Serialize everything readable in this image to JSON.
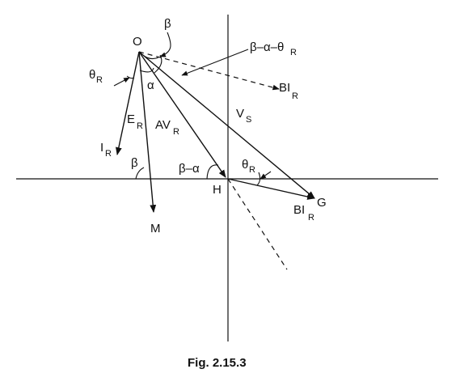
{
  "points": {
    "origin": "O",
    "m": "M",
    "h": "H",
    "g": "G"
  },
  "labels": {
    "beta_top": "β",
    "beta_alpha_theta": "β–α–θ",
    "beta_alpha_theta_sub": "R",
    "theta_left": "θ",
    "theta_left_sub": "R",
    "alpha": "α",
    "bir_dashed": "BI",
    "bir_dashed_sub": "R",
    "er": "E",
    "er_sub": "R",
    "avr": "AV",
    "avr_sub": "R",
    "vs": "V",
    "vs_sub": "S",
    "ir": "I",
    "ir_sub": "R",
    "beta_lower": "β",
    "beta_minus_alpha": "β–α",
    "theta_right": "θ",
    "theta_right_sub": "R",
    "bir_lower": "BI",
    "bir_lower_sub": "R"
  },
  "caption": "Fig. 2.15.3",
  "colors": {
    "ink": "#111111",
    "background": "#ffffff"
  }
}
